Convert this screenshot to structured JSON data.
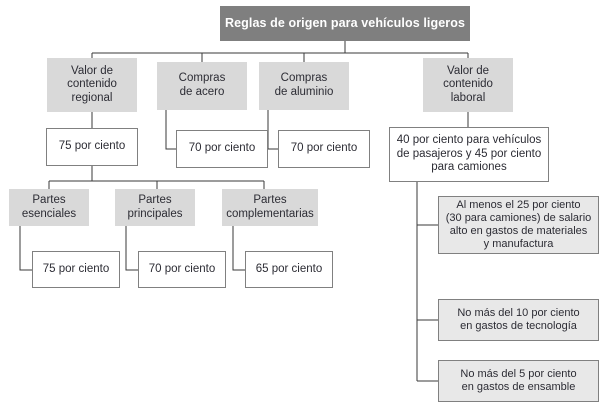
{
  "diagram": {
    "type": "hierarchy-tree",
    "title": "Reglas de origen para vehículos ligeros",
    "colors": {
      "title_fill": "#7f7f7f",
      "title_text": "#ffffff",
      "category_fill": "#d9d9d9",
      "value_fill": "#ffffff",
      "detail_fill": "#e8e8e8",
      "border": "#808080",
      "text": "#2c2c34",
      "background": "#ffffff"
    },
    "nodes": {
      "root": {
        "label": "Reglas de origen para vehículos ligeros"
      },
      "valor_contenido_regional": {
        "label": "Valor de\ncontenido\nregional"
      },
      "compras_acero": {
        "label": "Compras\nde acero"
      },
      "compras_aluminio": {
        "label": "Compras\nde aluminio"
      },
      "valor_contenido_laboral": {
        "label": "Valor de\ncontenido\nlaboral"
      },
      "vcr_valor": {
        "label": "75 por ciento"
      },
      "acero_valor": {
        "label": "70 por ciento"
      },
      "aluminio_valor": {
        "label": "70 por ciento"
      },
      "vcl_valor": {
        "label": "40 por ciento para vehículos\nde pasajeros y 45 por ciento\npara camiones"
      },
      "partes_esenciales": {
        "label": "Partes\nesenciales"
      },
      "partes_principales": {
        "label": "Partes\nprincipales"
      },
      "partes_complementarias": {
        "label": "Partes\ncomplementarias"
      },
      "esenciales_valor": {
        "label": "75 por ciento"
      },
      "principales_valor": {
        "label": "70 por ciento"
      },
      "complementarias_valor": {
        "label": "65 por ciento"
      },
      "salario_alto": {
        "label": "Al menos el 25 por ciento\n(30 para camiones) de salario\nalto en gastos de materiales\ny manufactura"
      },
      "tecnologia": {
        "label": "No más del 10 por ciento\nen gastos de tecnología"
      },
      "ensamble": {
        "label": "No más del 5 por ciento\nen gastos de ensamble"
      }
    }
  }
}
